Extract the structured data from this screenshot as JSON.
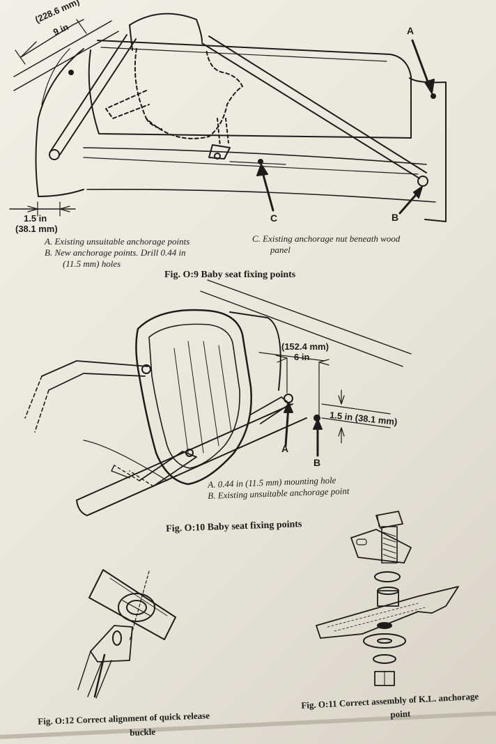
{
  "fig9": {
    "caption": "Fig. O:9 Baby seat fixing points",
    "dim_top_mm": "(228.6 mm)",
    "dim_top_in": "9 in",
    "dim_left_in": "1.5 in",
    "dim_left_mm": "(38.1 mm)",
    "marker_a": "A",
    "marker_b": "B",
    "marker_c": "C",
    "legend": {
      "a": "A.   Existing unsuitable anchorage points",
      "b1": "B.   New anchorage points. Drill 0.44 in",
      "b2": "(11.5 mm) holes",
      "c1": "C.   Existing anchorage nut beneath wood",
      "c2": "panel"
    }
  },
  "fig10": {
    "caption": "Fig. O:10 Baby seat fixing points",
    "dim_mm": "(152.4 mm)",
    "dim_in": "6 in",
    "dim_side": "1.5 in (38.1 mm)",
    "marker_a": "A",
    "marker_b": "B",
    "legend": {
      "a": "A.   0.44 in (11.5 mm) mounting hole",
      "b": "B.   Existing unsuitable anchorage point"
    }
  },
  "fig11": {
    "caption1": "Fig. O:11 Correct assembly of K.L. anchorage",
    "caption2": "point"
  },
  "fig12": {
    "caption1": "Fig. O:12 Correct alignment of quick release",
    "caption2": "buckle"
  },
  "colors": {
    "paper": "#efece3",
    "ink": "#1d1c1a"
  }
}
